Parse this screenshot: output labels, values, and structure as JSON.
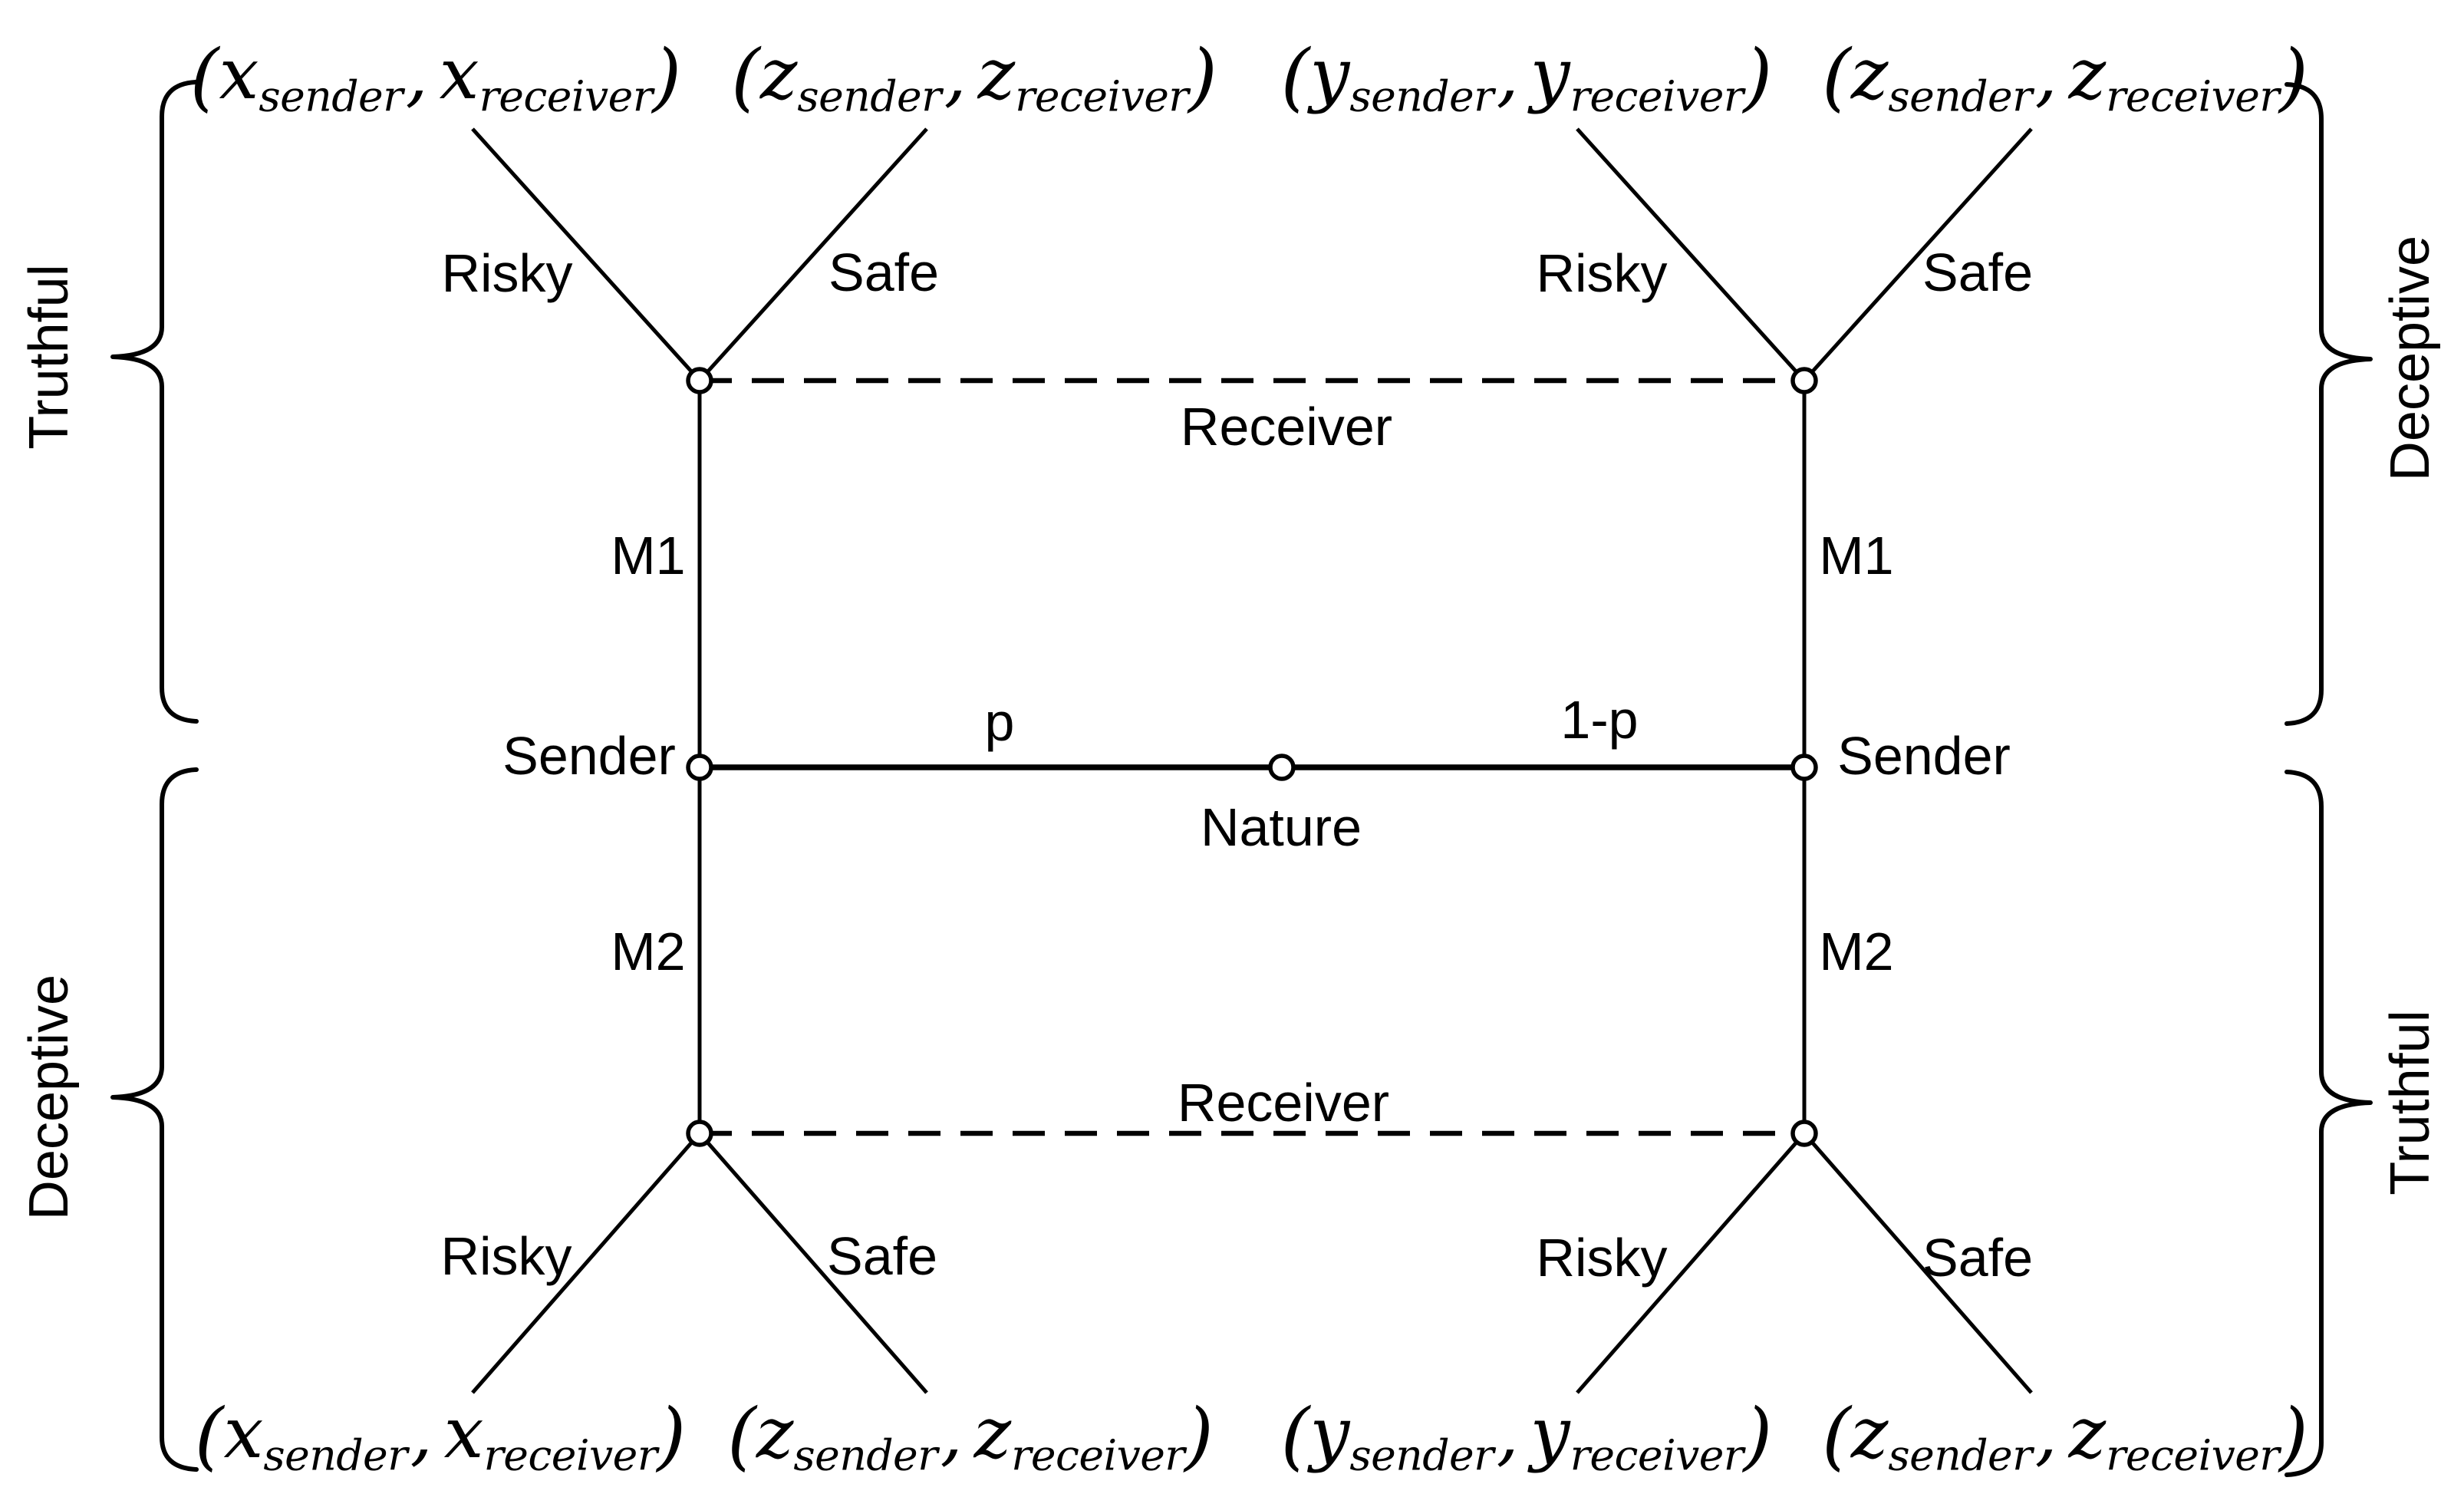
{
  "nodes": {
    "nature_label": "Nature",
    "sender_label": "Sender",
    "receiver_label": "Receiver"
  },
  "branches": {
    "prob_left": "p",
    "prob_right": "1-p",
    "message_top": "M1",
    "message_bottom": "M2",
    "action_risky": "Risky",
    "action_safe": "Safe"
  },
  "side_braces": {
    "top_left": "Truthful",
    "top_right": "Deceptive",
    "bottom_left": "Deceptive",
    "bottom_right": "Truthful"
  },
  "payoffs": {
    "open_paren": "(",
    "comma": ",",
    "close_paren": ")",
    "sub_first": "sender",
    "sub_second": "receiver",
    "items": [
      {
        "position": "top-left",
        "variable": "x"
      },
      {
        "position": "top-middle-left",
        "variable": "z"
      },
      {
        "position": "top-middle-right",
        "variable": "y"
      },
      {
        "position": "top-right",
        "variable": "z"
      },
      {
        "position": "bottom-left",
        "variable": "x"
      },
      {
        "position": "bottom-middle-left",
        "variable": "z"
      },
      {
        "position": "bottom-middle-right",
        "variable": "y"
      },
      {
        "position": "bottom-right",
        "variable": "z"
      }
    ]
  },
  "colors": {
    "ink": "#000000",
    "background": "#ffffff"
  }
}
